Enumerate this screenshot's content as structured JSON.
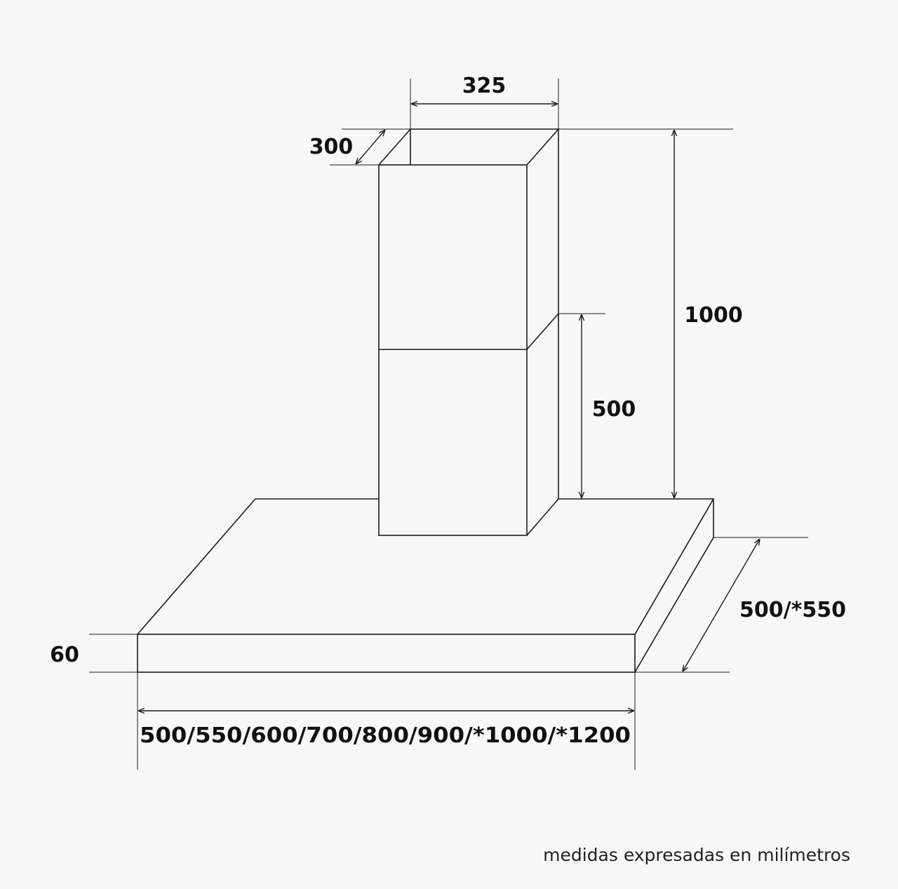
{
  "dimensions": {
    "chimney_width": "325",
    "chimney_depth": "300",
    "total_height": "1000",
    "lower_section_height": "500",
    "canopy_depth": "500/*550",
    "canopy_thickness": "60",
    "canopy_width": "500/550/600/700/800/900/*1000/*1200"
  },
  "footer": {
    "note": "medidas expresadas en milímetros"
  },
  "colors": {
    "background": "#f7f7f7",
    "line": "#1a1a1a"
  }
}
